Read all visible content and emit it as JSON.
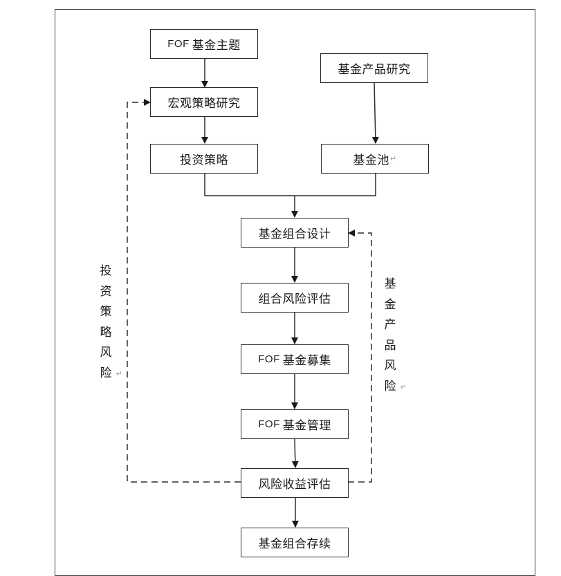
{
  "diagram": {
    "nodes": {
      "fof_theme": {
        "prefix": "FOF",
        "text": "基金主题"
      },
      "macro_research": {
        "text": "宏观策略研究"
      },
      "invest_strategy": {
        "text": "投资策略"
      },
      "fund_research": {
        "text": "基金产品研究"
      },
      "fund_pool": {
        "text": "基金池",
        "mark": "↵"
      },
      "portfolio_design": {
        "text": "基金组合设计"
      },
      "portfolio_risk": {
        "text": "组合风险评估"
      },
      "fof_raising": {
        "prefix": "FOF",
        "text": "基金募集"
      },
      "fof_management": {
        "prefix": "FOF",
        "text": "基金管理"
      },
      "risk_return": {
        "text": "风险收益评估"
      },
      "portfolio_continue": {
        "text": "基金组合存续"
      }
    },
    "feedback_labels": {
      "strategy_risk": {
        "chars": [
          "投",
          "资",
          "策",
          "略",
          "风",
          "险"
        ],
        "mark": "↵"
      },
      "product_risk": {
        "chars": [
          "基",
          "金",
          "产",
          "品",
          "风",
          "险"
        ],
        "mark": "↵"
      }
    },
    "edges": [
      {
        "from": "fof_theme",
        "to": "macro_research",
        "style": "solid"
      },
      {
        "from": "macro_research",
        "to": "invest_strategy",
        "style": "solid"
      },
      {
        "from": "fund_research",
        "to": "fund_pool",
        "style": "solid"
      },
      {
        "from": "invest_strategy",
        "to": "portfolio_design",
        "style": "solid"
      },
      {
        "from": "fund_pool",
        "to": "portfolio_design",
        "style": "solid"
      },
      {
        "from": "portfolio_design",
        "to": "portfolio_risk",
        "style": "solid"
      },
      {
        "from": "portfolio_risk",
        "to": "fof_raising",
        "style": "solid"
      },
      {
        "from": "fof_raising",
        "to": "fof_management",
        "style": "solid"
      },
      {
        "from": "fof_management",
        "to": "risk_return",
        "style": "solid"
      },
      {
        "from": "risk_return",
        "to": "portfolio_continue",
        "style": "solid"
      },
      {
        "from": "risk_return",
        "to": "macro_research",
        "style": "dashed",
        "label": "strategy_risk"
      },
      {
        "from": "risk_return",
        "to": "portfolio_design",
        "style": "dashed",
        "label": "product_risk"
      }
    ],
    "colors": {
      "line": "#2b2b2b",
      "text": "#1a1a1a",
      "border": "#3a3a3a"
    }
  }
}
